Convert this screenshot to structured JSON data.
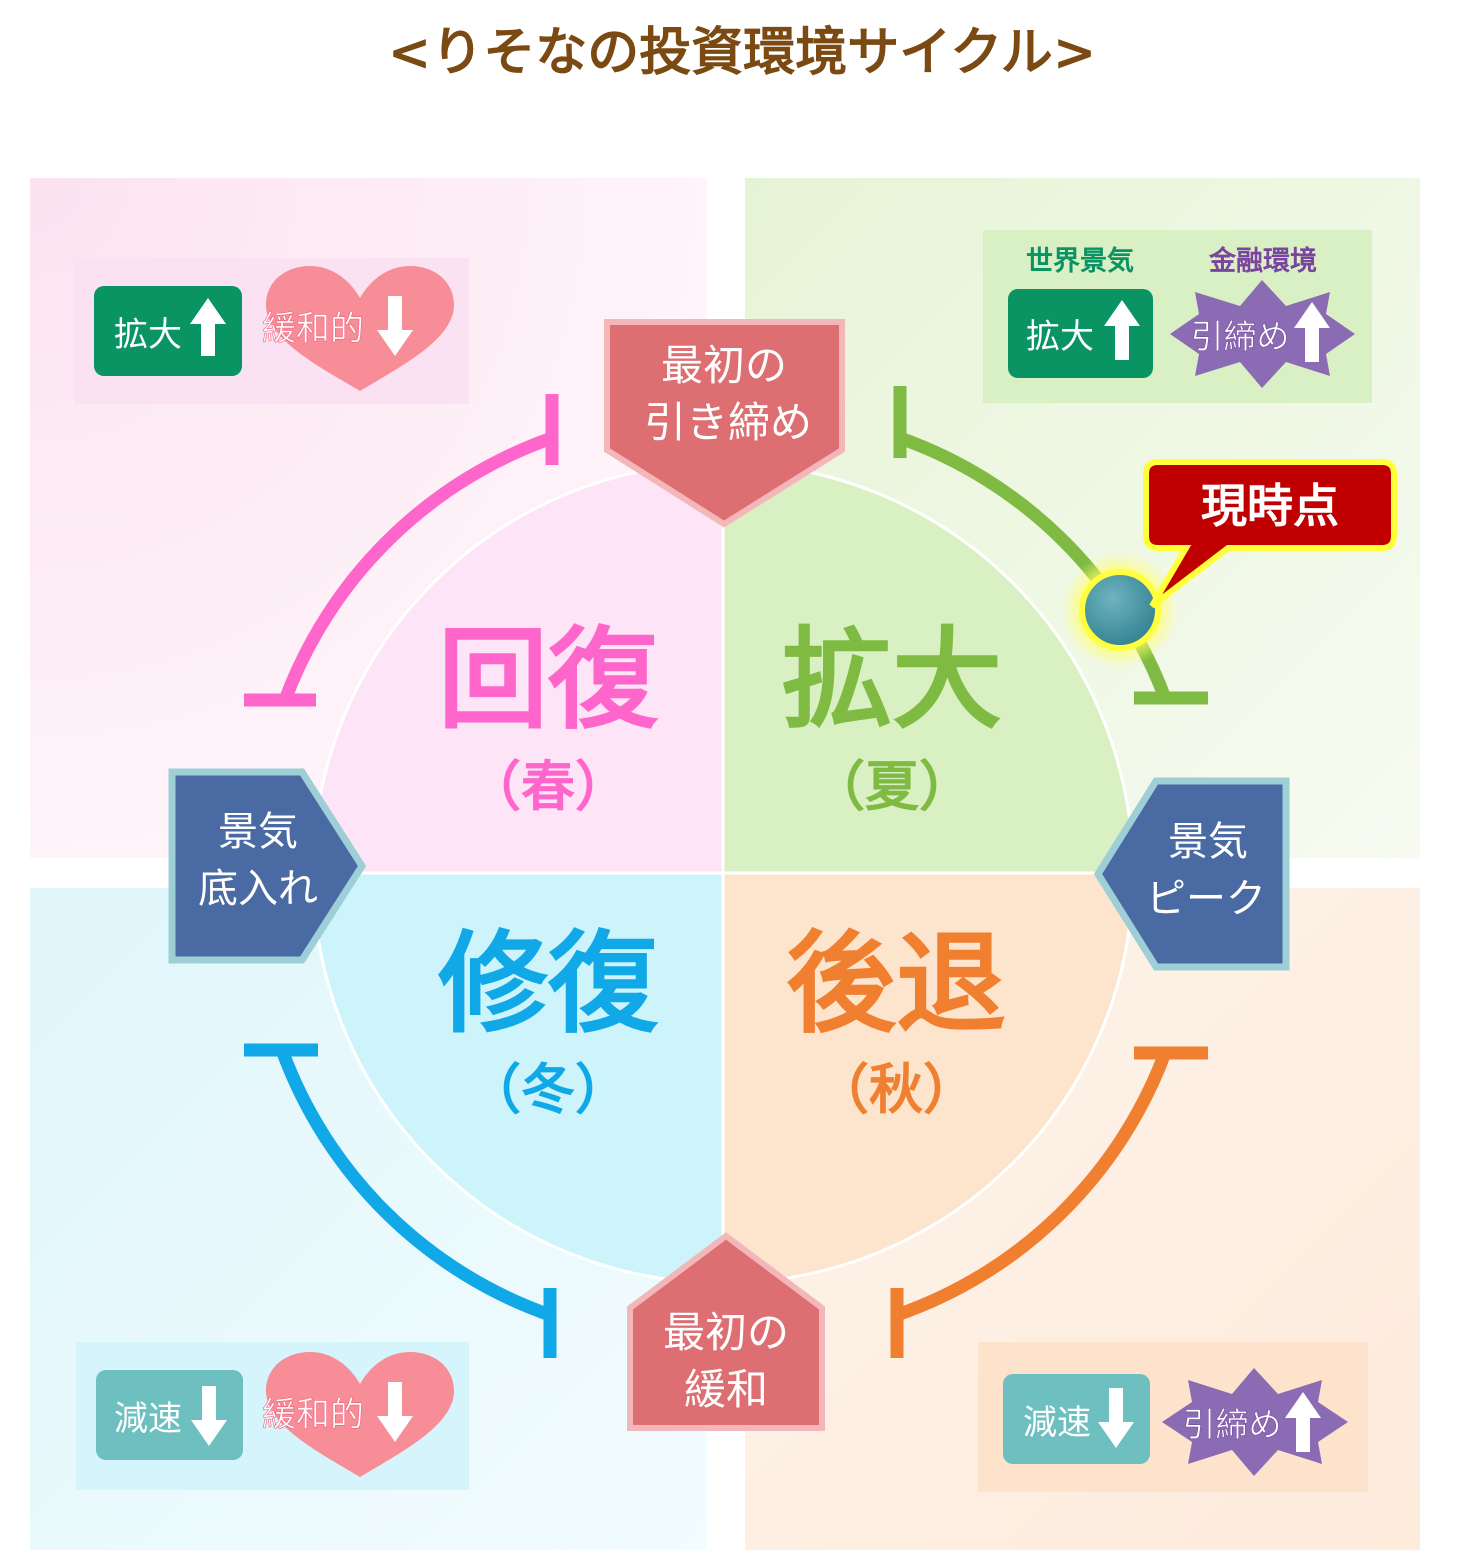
{
  "title": "<りそなの投資環境サイクル>",
  "legend": {
    "economy_label": "世界景気",
    "finance_label": "金融環境"
  },
  "phases": {
    "spring": {
      "name": "回復",
      "season": "（春）",
      "color": "#ff66cc"
    },
    "summer": {
      "name": "拡大",
      "season": "（夏）",
      "color": "#7fbb42"
    },
    "autumn": {
      "name": "後退",
      "season": "（秋）",
      "color": "#f07f30"
    },
    "winter": {
      "name": "修復",
      "season": "（冬）",
      "color": "#11a8e8"
    }
  },
  "transitions": {
    "top": {
      "line1": "最初の",
      "line2": "引き締め"
    },
    "bottom": {
      "line1": "最初の",
      "line2": "緩和"
    },
    "left": {
      "line1": "景気",
      "line2": "底入れ"
    },
    "right": {
      "line1": "景気",
      "line2": "ピーク"
    }
  },
  "indicators": {
    "spring": {
      "economy": "拡大",
      "economy_dir": "up",
      "finance": "緩和的",
      "finance_dir": "down"
    },
    "summer": {
      "economy": "拡大",
      "economy_dir": "up",
      "finance": "引締め",
      "finance_dir": "up"
    },
    "winter": {
      "economy": "減速",
      "economy_dir": "down",
      "finance": "緩和的",
      "finance_dir": "down"
    },
    "autumn": {
      "economy": "減速",
      "economy_dir": "down",
      "finance": "引締め",
      "finance_dir": "up"
    }
  },
  "current_marker": {
    "label": "現時点",
    "phase": "summer"
  }
}
